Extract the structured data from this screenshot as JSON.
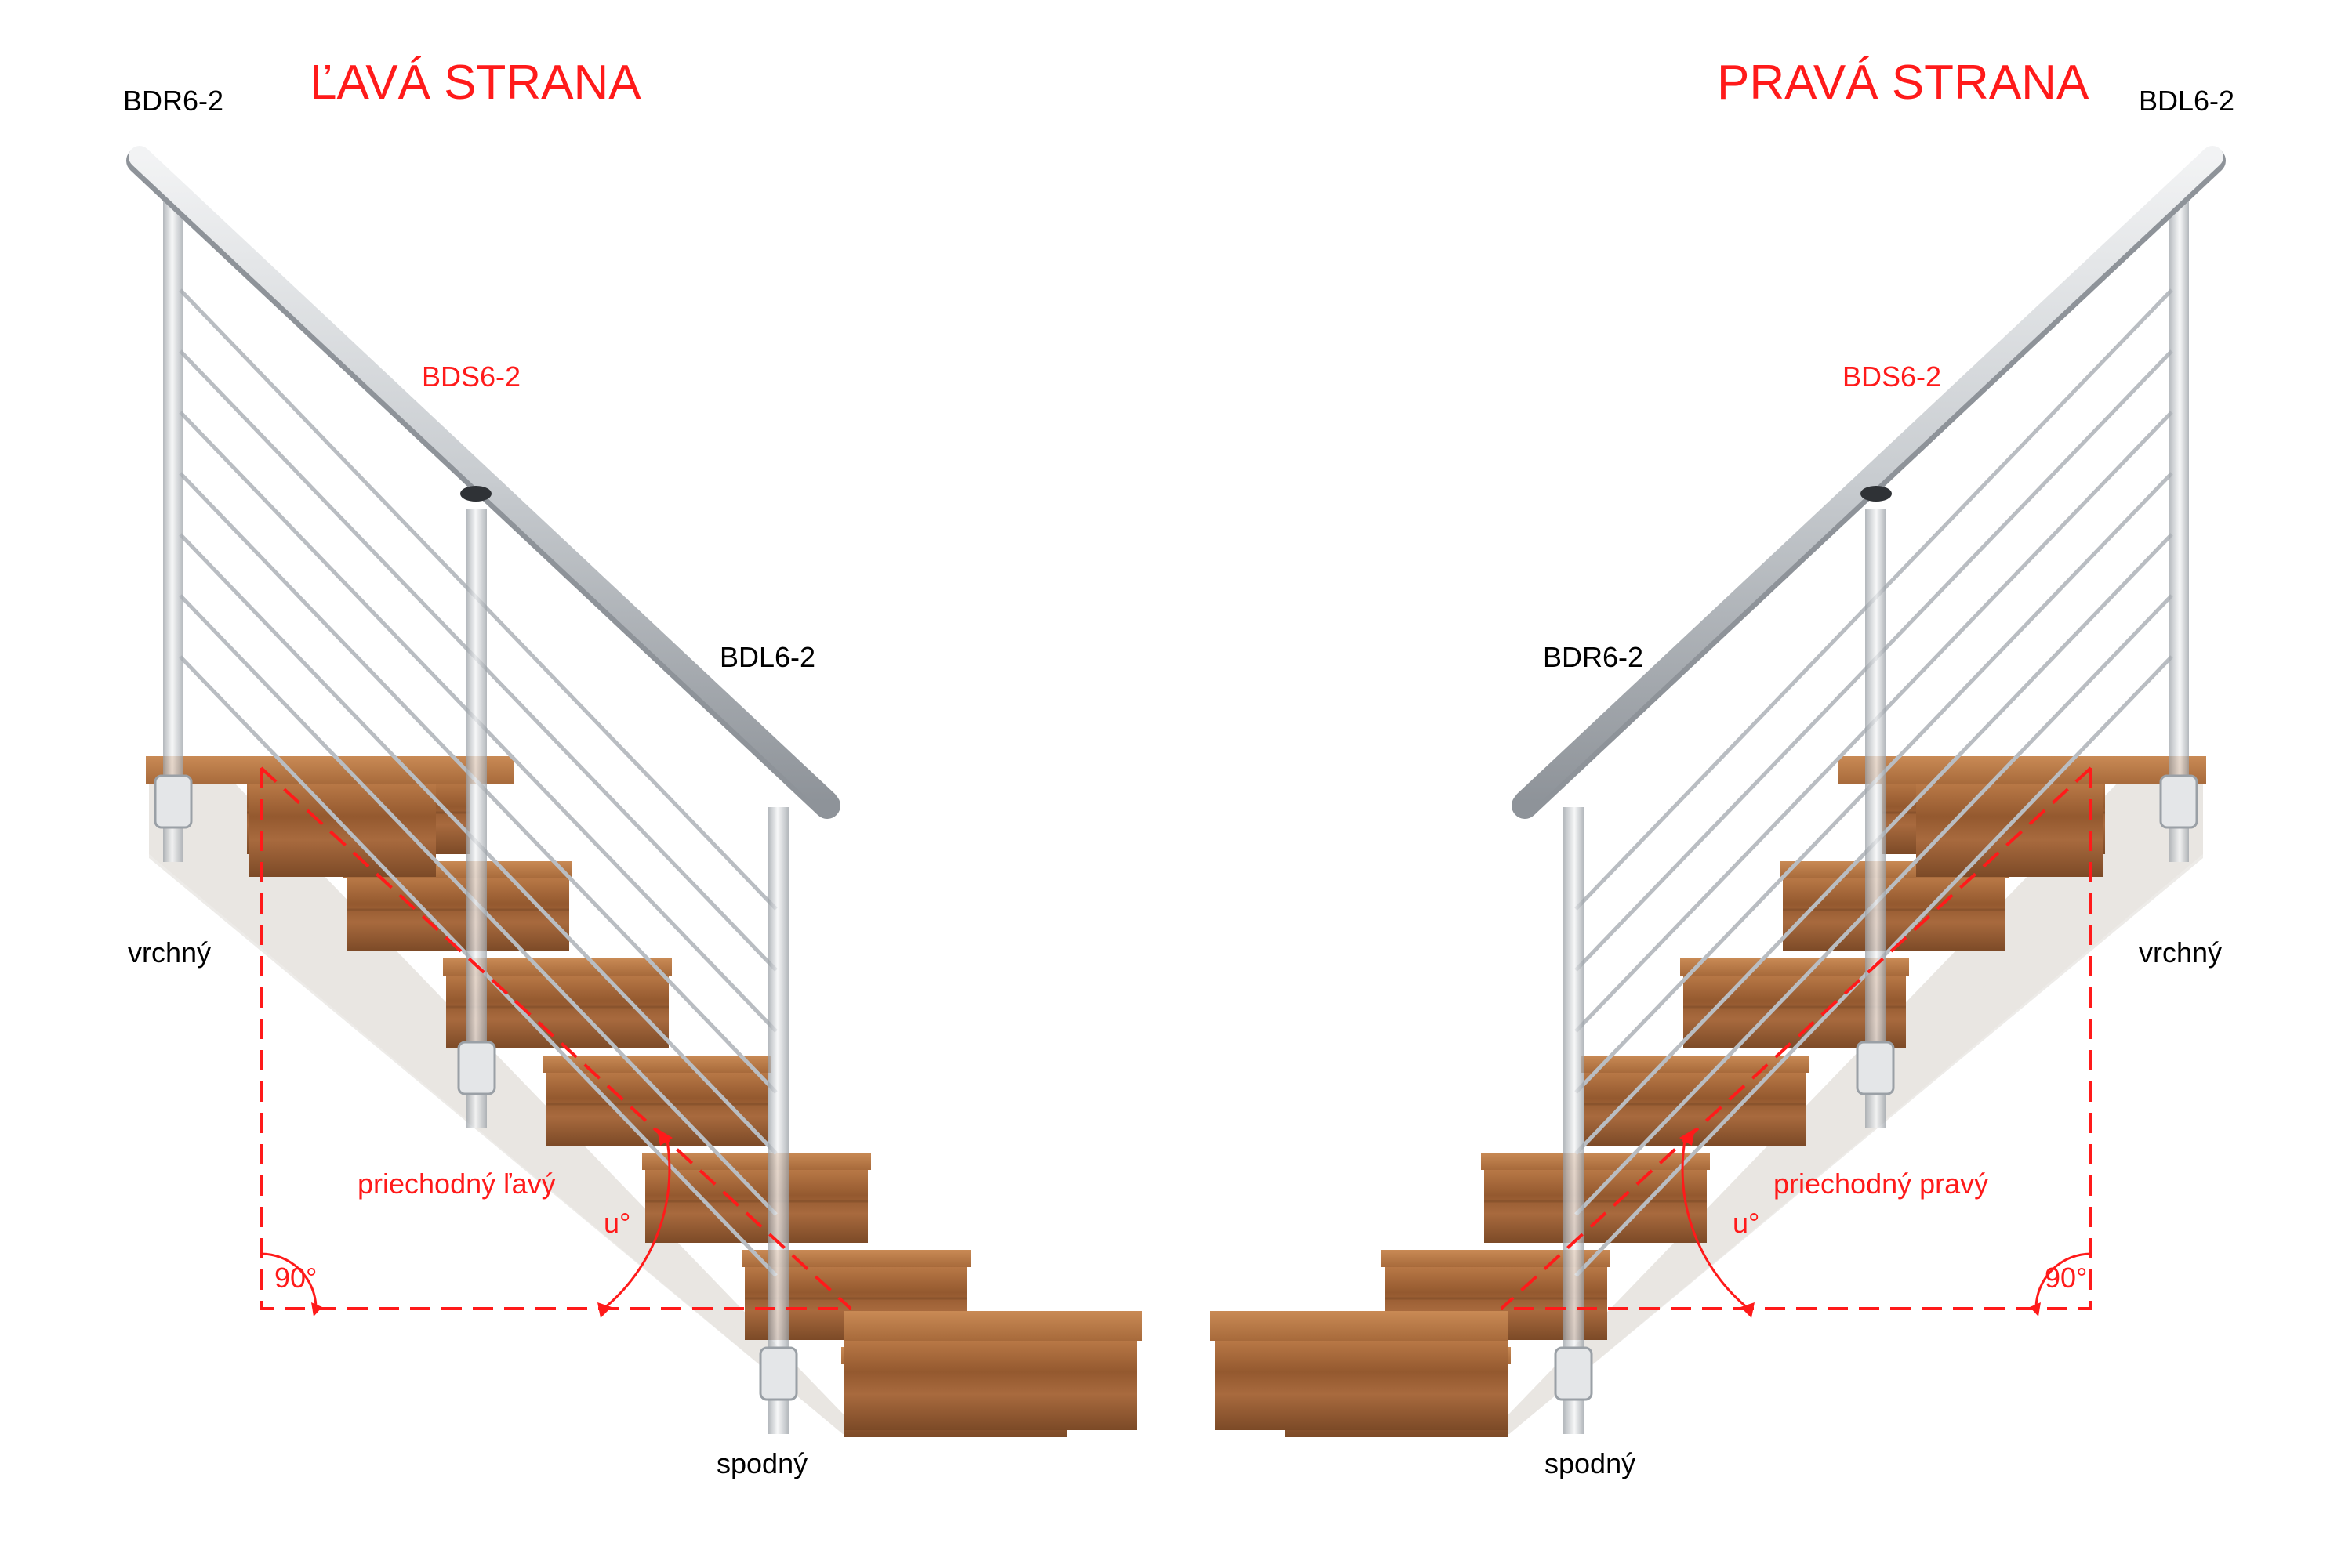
{
  "left": {
    "title": "ĽAVÁ STRANA",
    "top_post": "BDR6-2",
    "middle_post": "BDS6-2",
    "bottom_post": "BDL6-2",
    "upper_label": "vrchný",
    "lower_label": "spodný",
    "transition_label": "priechodný ľavý",
    "angle_label": "u°",
    "right_angle_label": "90°"
  },
  "right": {
    "title": "PRAVÁ STRANA",
    "top_post": "BDL6-2",
    "middle_post": "BDS6-2",
    "bottom_post": "BDR6-2",
    "upper_label": "vrchný",
    "lower_label": "spodný",
    "transition_label": "priechodný pravý",
    "angle_label": "u°",
    "right_angle_label": "90°"
  },
  "colors": {
    "wood": "#a86a3e",
    "wood_dark": "#7a4a28",
    "wall": "#e9e6e2",
    "steel": "#cfd2d6",
    "annotation": "#ff1a1a"
  }
}
